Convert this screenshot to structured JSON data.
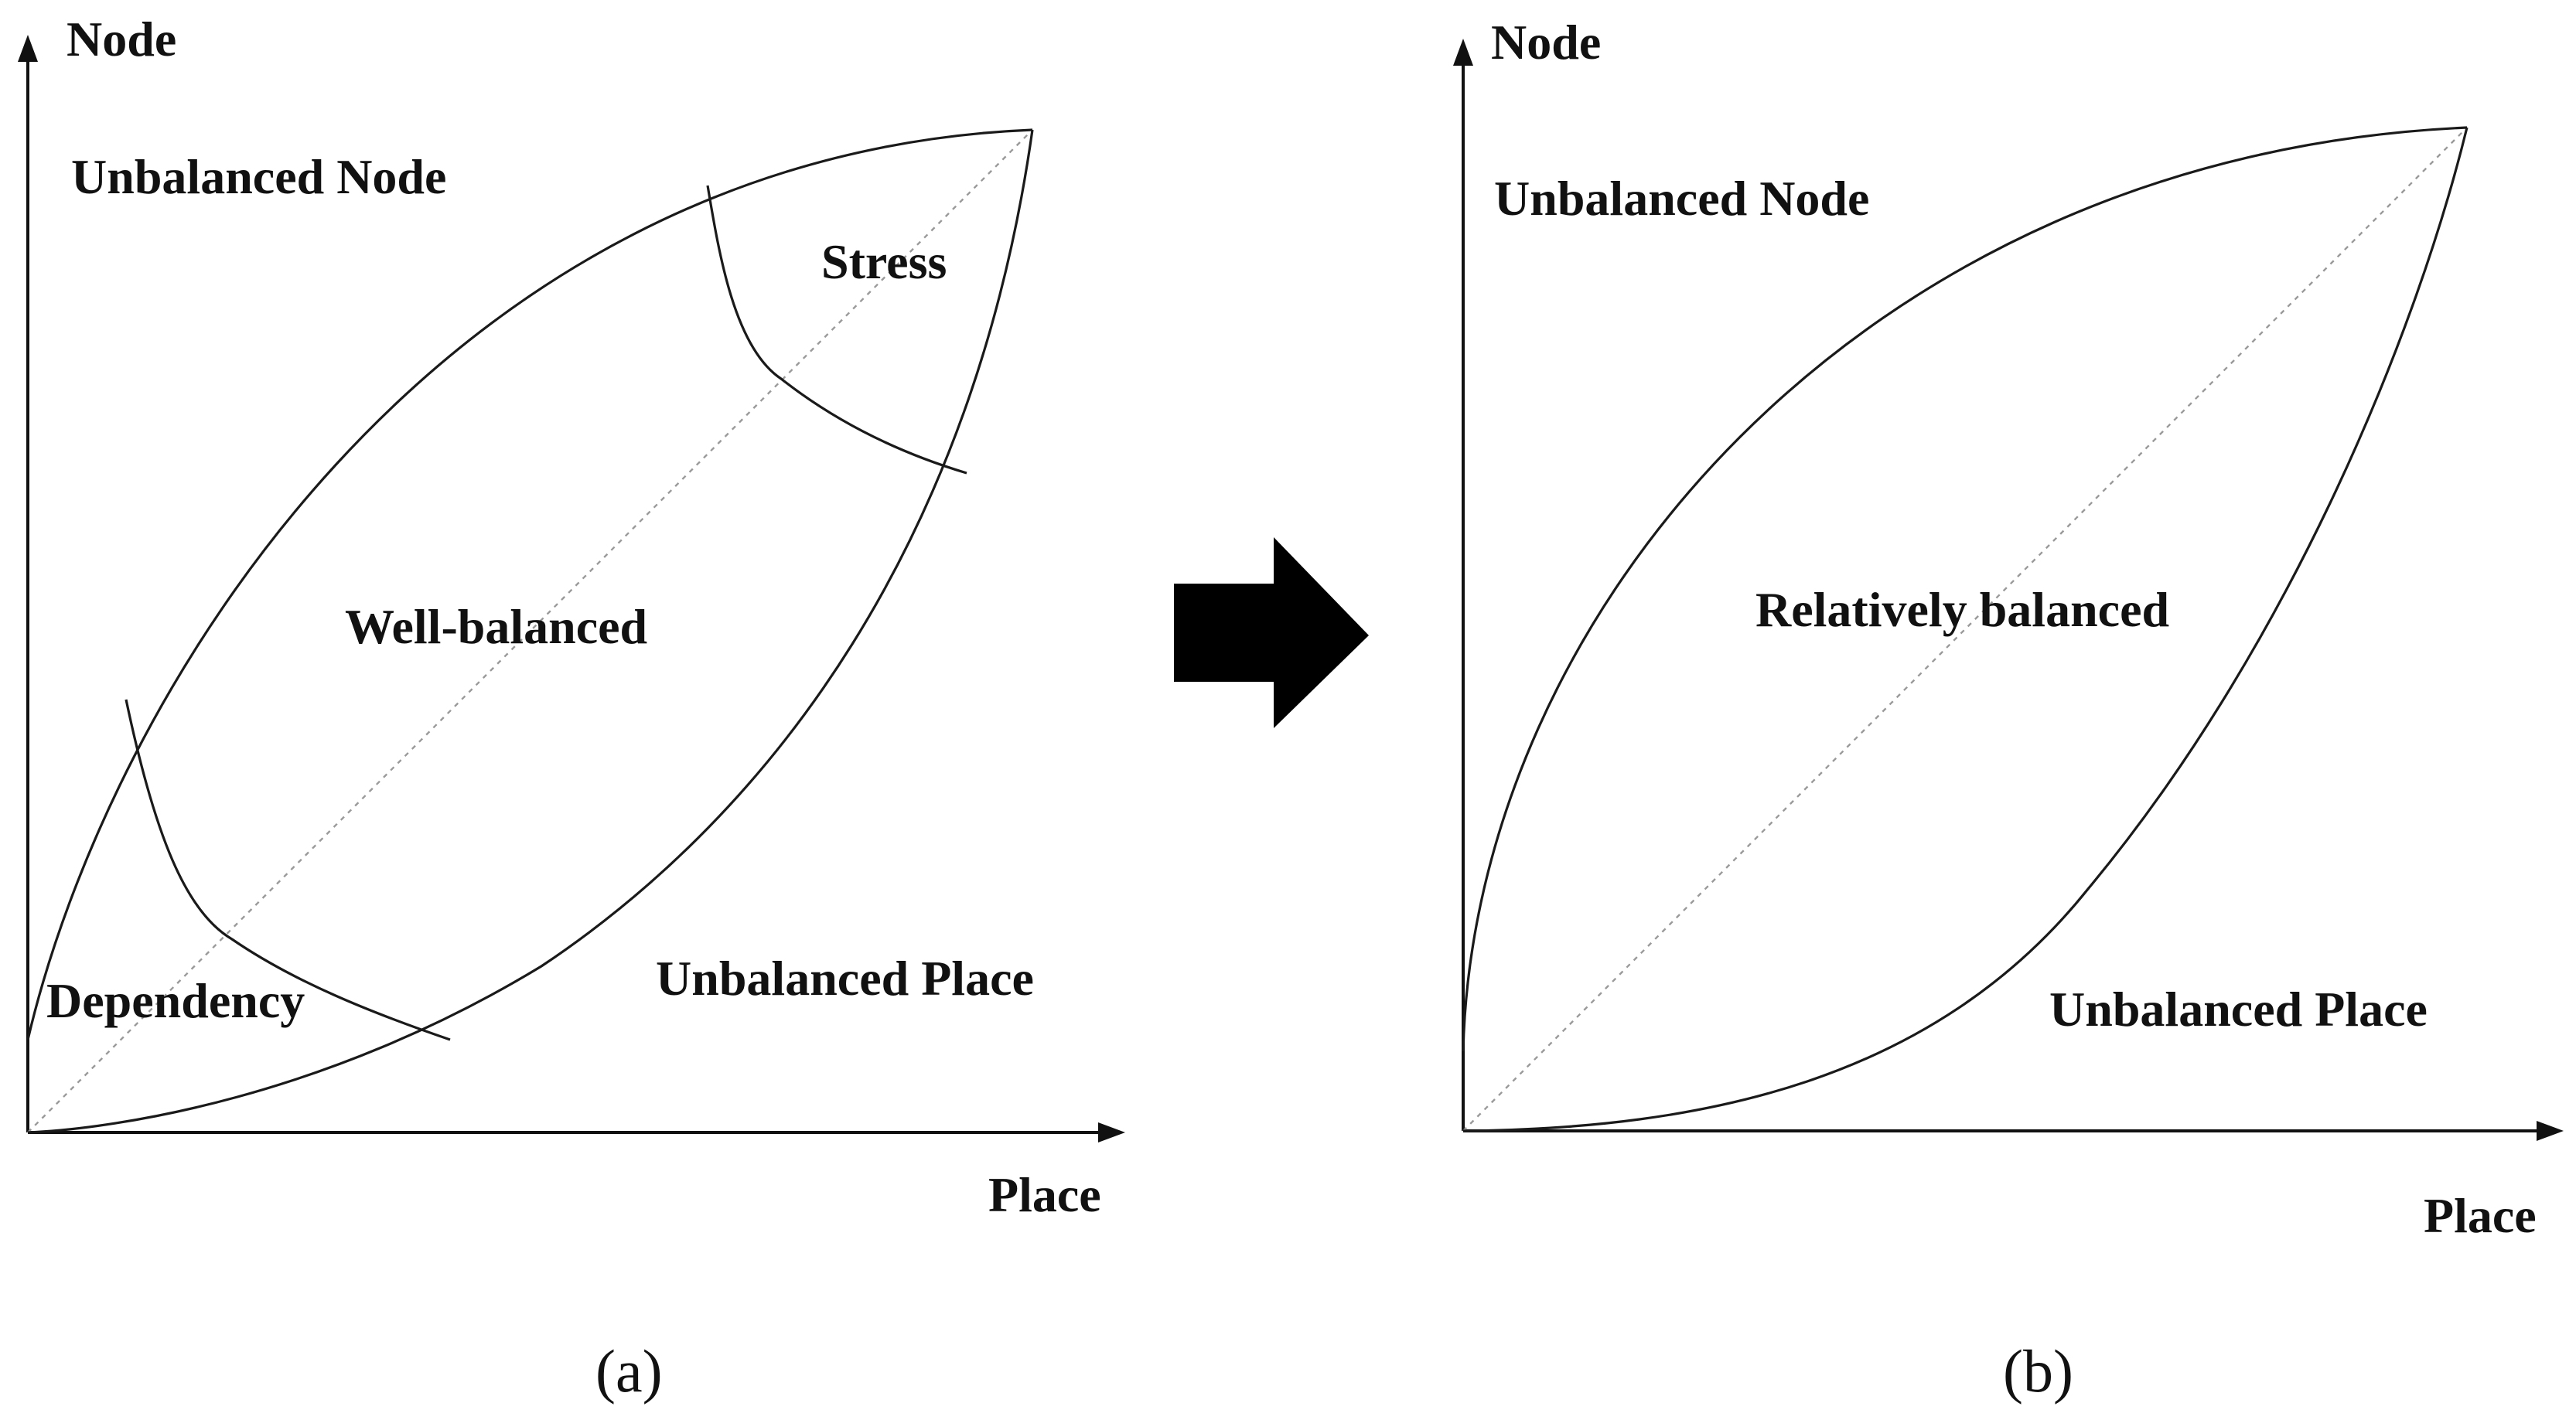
{
  "panel_a": {
    "y_axis_label": "Node",
    "x_axis_label": "Place",
    "region_unbalanced_node": "Unbalanced Node",
    "region_stress": "Stress",
    "region_well_balanced": "Well-balanced",
    "region_dependency": "Dependency",
    "region_unbalanced_place": "Unbalanced Place",
    "caption": "(a)"
  },
  "panel_b": {
    "y_axis_label": "Node",
    "x_axis_label": "Place",
    "region_unbalanced_node": "Unbalanced Node",
    "region_relatively_balanced": "Relatively balanced",
    "region_unbalanced_place": "Unbalanced Place",
    "caption": "(b)"
  },
  "transition_arrow": {
    "icon": "right-arrow-icon",
    "color": "#000000"
  }
}
